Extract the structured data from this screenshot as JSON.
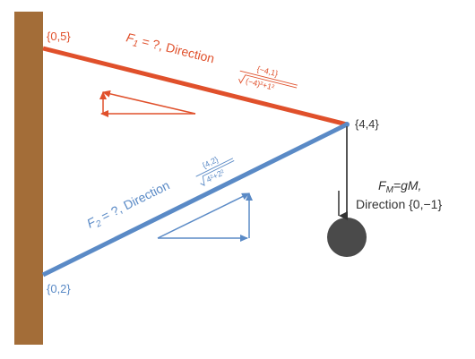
{
  "colors": {
    "wall": "#a36d38",
    "rope_top": "#e0502b",
    "rope_bottom": "#5a8ac6",
    "hanging_line": "#555555",
    "mass": "#4a4a4a",
    "text_dark": "#333333"
  },
  "labels": {
    "top_anchor": "{0,5}",
    "bottom_anchor": "{0,2}",
    "junction": "{4,4}",
    "f1_prefix": "F",
    "f1_sub": "1",
    "f1_rest": " = ?, Direction",
    "f1_dir_num": "{−4,1}",
    "f1_dir_den": "(−4)²+1²",
    "f2_prefix": "F",
    "f2_sub": "2",
    "f2_rest": " = ?, Direction",
    "f2_dir_num": "{4,2}",
    "f2_dir_den": "4²+2²",
    "fm_prefix": "F",
    "fm_sub": "M",
    "fm_rest": "=gM,",
    "fm_direction": "Direction {0,−1}"
  }
}
